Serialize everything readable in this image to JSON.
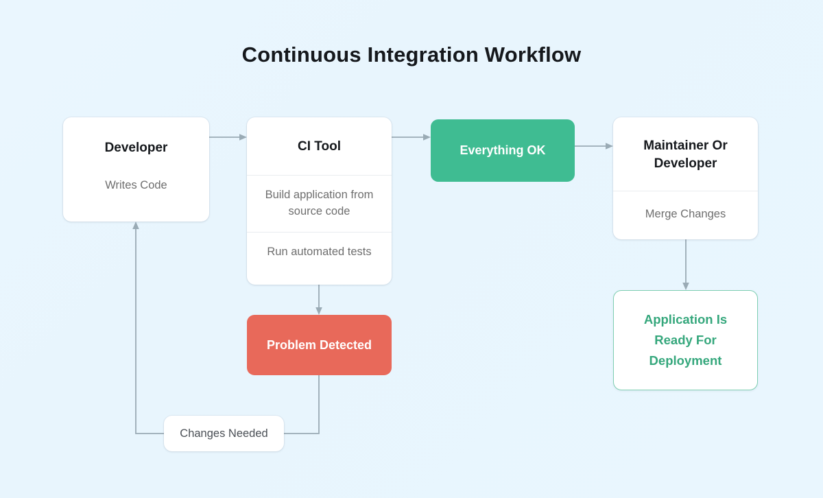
{
  "title": "Continuous Integration Workflow",
  "theme": {
    "background": "#e9f6fe",
    "accent_green": "#3fbc92",
    "accent_green_text": "#35a77c",
    "accent_red": "#e8695a",
    "connector": "#9aabb5",
    "heading_text": "#15181c",
    "muted_text": "#6e6e6e"
  },
  "nodes": {
    "developer": {
      "title": "Developer",
      "rows": [
        "Writes Code"
      ]
    },
    "ci_tool": {
      "title": "CI Tool",
      "rows": [
        "Build application from source code",
        "Run automated tests"
      ]
    },
    "everything_ok": {
      "label": "Everything OK"
    },
    "maintainer": {
      "title": "Maintainer Or Developer",
      "rows": [
        "Merge Changes"
      ]
    },
    "problem_detected": {
      "label": "Problem Detected"
    },
    "ready": {
      "label": "Application Is Ready For Deployment"
    },
    "changes_needed": {
      "label": "Changes Needed"
    }
  },
  "edges": [
    {
      "id": "developer-to-ci",
      "from": "Developer",
      "to": "CI Tool",
      "label": ""
    },
    {
      "id": "ci-to-everything-ok",
      "from": "CI Tool",
      "to": "Everything OK",
      "label": ""
    },
    {
      "id": "everything-ok-to-maintainer",
      "from": "Everything OK",
      "to": "Maintainer Or Developer",
      "label": ""
    },
    {
      "id": "maintainer-to-ready",
      "from": "Maintainer Or Developer",
      "to": "Application Is Ready For Deployment",
      "label": ""
    },
    {
      "id": "ci-to-problem",
      "from": "CI Tool",
      "to": "Problem Detected",
      "label": ""
    },
    {
      "id": "problem-to-developer",
      "from": "Problem Detected",
      "to": "Developer",
      "label": "Changes Needed"
    }
  ]
}
